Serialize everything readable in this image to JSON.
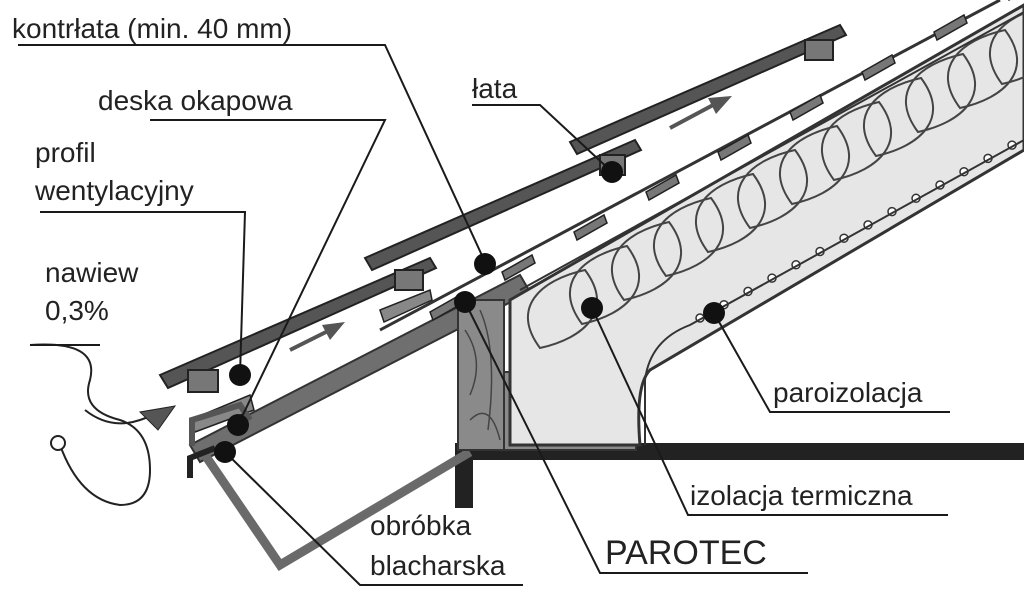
{
  "diagram": {
    "labels": {
      "kontrlata": "kontrłata (min. 40 mm)",
      "deska_okapowa": "deska okapowa",
      "profil_line1": "profil",
      "profil_line2": "wentylacyjny",
      "nawiew_line1": "nawiew",
      "nawiew_line2": "0,3%",
      "lata": "łata",
      "paroizolacja": "paroizolacja",
      "izolacja_termiczna": "izolacja termiczna",
      "obrobka_line1": "obróbka",
      "obrobka_line2": "blacharska",
      "parotec": "PAROTEC"
    },
    "colors": {
      "tile": "#555555",
      "tile_dark": "#333333",
      "insulation": "#e6e6e6",
      "wood": "#8a8a8a",
      "wall": "#222222",
      "leader": "#1a1a1a"
    }
  }
}
